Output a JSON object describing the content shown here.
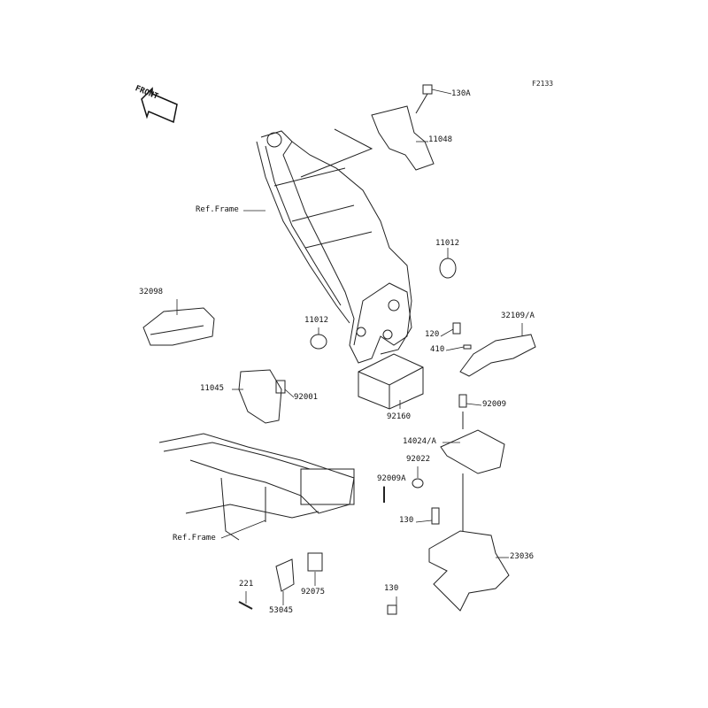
{
  "diagram_code": "F2133",
  "direction_label": "FRONT",
  "parts": {
    "p130A": "130A",
    "p11048": "11048",
    "ref_frame_upper": "Ref.Frame",
    "p11012_right": "11012",
    "p32098": "32098",
    "p32109A": "32109/A",
    "p11012_left": "11012",
    "p120": "120",
    "p410": "410",
    "p11045": "11045",
    "p92001": "92001",
    "p92160": "92160",
    "p92009": "92009",
    "p14024A": "14024/A",
    "p92022": "92022",
    "p92009A": "92009A",
    "p130_mid": "130",
    "p23036": "23036",
    "ref_frame_lower": "Ref.Frame",
    "p221": "221",
    "p92075": "92075",
    "p53045": "53045",
    "p130_low": "130"
  }
}
